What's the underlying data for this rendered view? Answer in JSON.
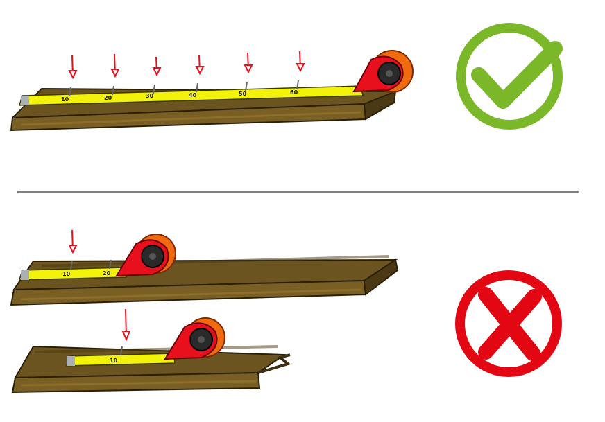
{
  "colors": {
    "background": "#ffffff",
    "board_top": "#6b5420",
    "board_side": "#7a5f24",
    "board_dark": "#3e2f12",
    "tape_yellow": "#f2f20a",
    "tape_case_red": "#e8101c",
    "tape_case_orange": "#f06a10",
    "arrow_red": "#e8101c",
    "divider_gray": "#7f7f7f",
    "check_green": "#7ab829",
    "cross_red": "#e30613"
  },
  "icons": {
    "correct": "check-circle-icon",
    "incorrect": "cross-circle-icon"
  },
  "correct_example": {
    "tick_labels": [
      "10",
      "20",
      "30",
      "40",
      "50",
      "60"
    ]
  },
  "incorrect_example": {
    "board_one_tick_labels": [
      "10",
      "20"
    ],
    "board_two_tick_labels": [
      "10"
    ]
  }
}
